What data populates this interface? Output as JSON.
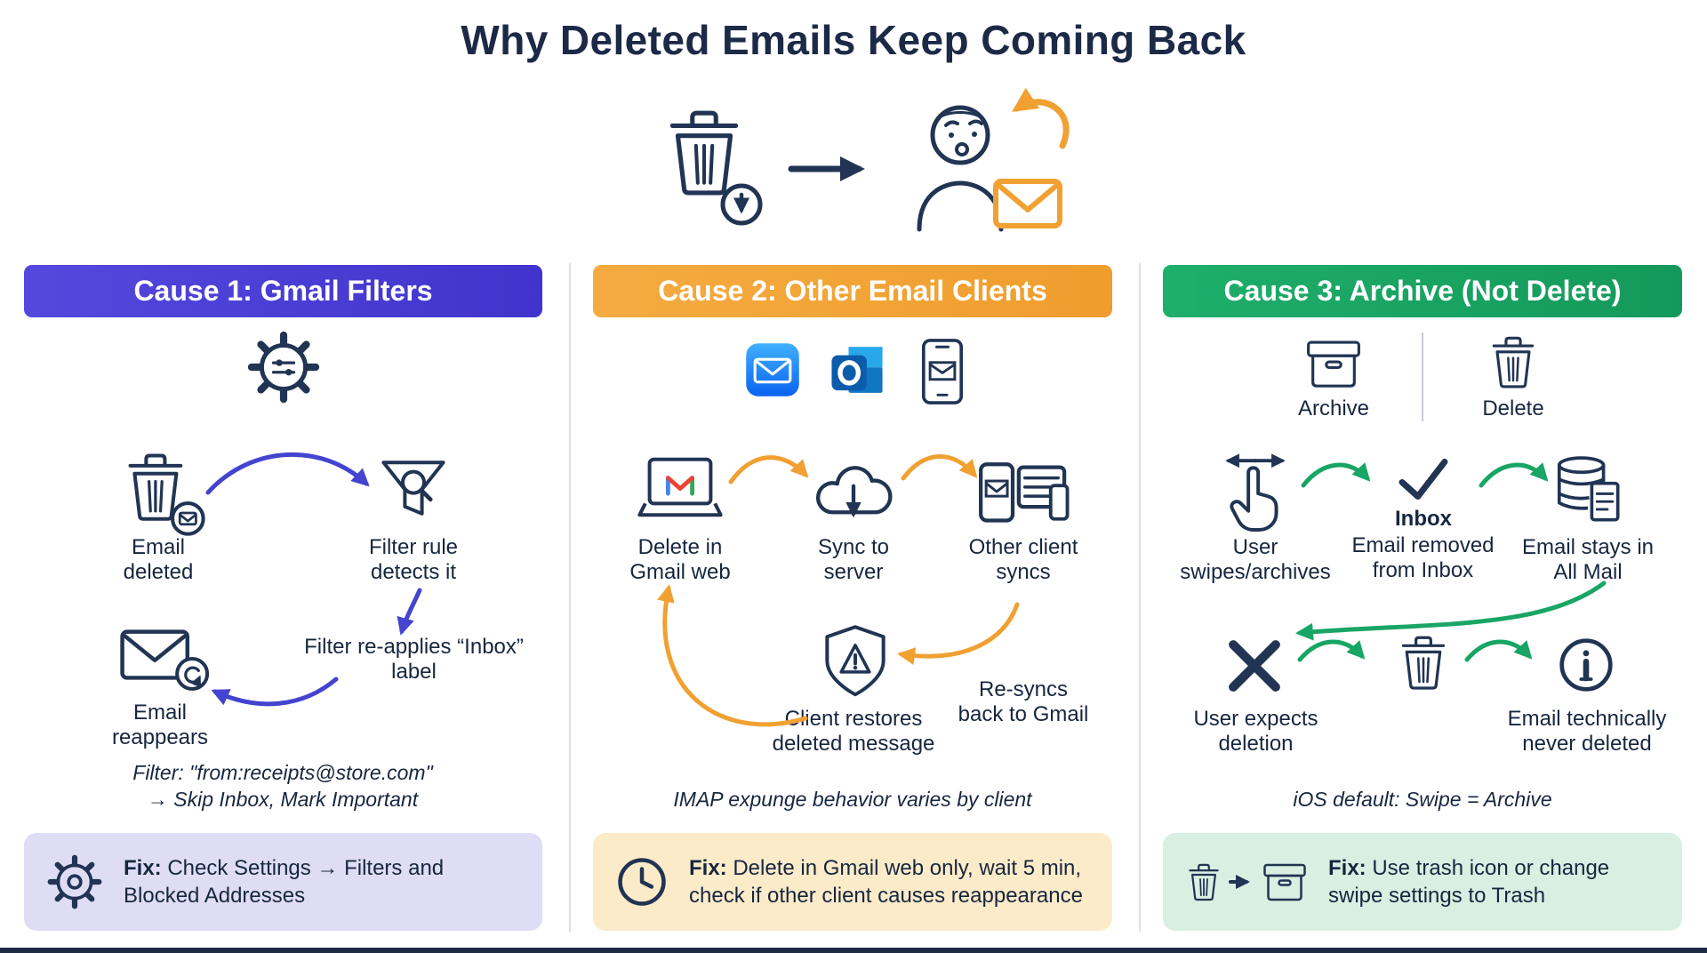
{
  "title": "Why Deleted Emails Keep Coming Back",
  "colors": {
    "ink": "#213453",
    "cause1_accent": "#4444d0",
    "cause2_accent": "#f0a132",
    "cause3_accent": "#18a565",
    "fix1_bg": "#dfddf6",
    "fix2_bg": "#fcebc9",
    "fix3_bg": "#d9efe2"
  },
  "icons": [
    "trash-delete-icon",
    "arrow-right-icon",
    "surprised-person-mail-icon",
    "gear-filter-icon",
    "trash-mail-icon",
    "funnel-search-icon",
    "mail-restore-icon",
    "gear-icon",
    "apple-mail-icon",
    "outlook-icon",
    "phone-mail-icon",
    "laptop-gmail-icon",
    "cloud-sync-icon",
    "devices-sync-icon",
    "shield-alert-icon",
    "clock-icon",
    "archive-box-icon",
    "trash-icon",
    "swipe-hand-icon",
    "check-icon",
    "allmail-db-icon",
    "x-icon",
    "info-icon",
    "trash-to-archive-icon"
  ],
  "cause1": {
    "header": "Cause 1: Gmail Filters",
    "steps": {
      "deleted": "Email deleted",
      "filter_detects": "Filter rule detects it",
      "filter_reapplies": "Filter re-applies “Inbox” label",
      "reappears": "Email reappears"
    },
    "note_line1": "Filter: \"from:receipts@store.com\"",
    "note_line2": "→ Skip Inbox, Mark Important",
    "fix_label": "Fix:",
    "fix_text": "Check Settings → Filters and Blocked Addresses"
  },
  "cause2": {
    "header": "Cause 2: Other Email Clients",
    "steps": {
      "delete_web": "Delete in Gmail web",
      "sync": "Sync to server",
      "other_syncs": "Other client syncs",
      "resync": "Re-syncs back to Gmail",
      "restores": "Client restores deleted message"
    },
    "note": "IMAP expunge behavior varies by client",
    "fix_label": "Fix:",
    "fix_text": "Delete in Gmail web only, wait 5 min, check if other client causes reappearance"
  },
  "cause3": {
    "header": "Cause 3: Archive (Not Delete)",
    "legend": {
      "archive": "Archive",
      "delete": "Delete"
    },
    "steps": {
      "swipes": "User swipes/archives",
      "inbox_title": "Inbox",
      "removed": "Email removed from Inbox",
      "stays": "Email stays in All Mail",
      "expects": "User expects deletion",
      "never_deleted": "Email technically never deleted"
    },
    "note": "iOS default: Swipe = Archive",
    "fix_label": "Fix:",
    "fix_text": "Use trash icon or change swipe settings to Trash"
  }
}
